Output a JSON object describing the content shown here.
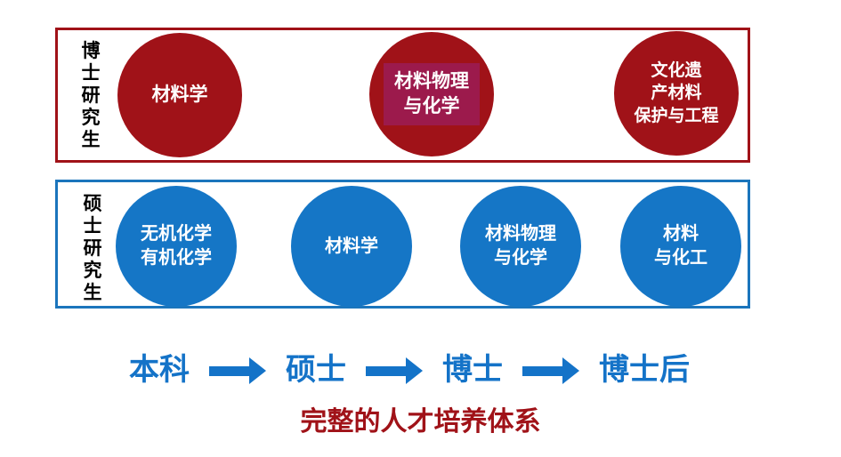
{
  "colors": {
    "dark_red": "#A01218",
    "crimson_plate": "#9C1A4C",
    "blue_circle": "#1576C6",
    "blue_border": "#1B75BC",
    "blue_text": "#1473C8",
    "label_black": "#000000"
  },
  "doctoral": {
    "row_label": "博士研究生",
    "circles": [
      {
        "label": "材料学"
      },
      {
        "label": "材料物理\n与化学"
      },
      {
        "label": "文化遗\n产材料\n保护与工程"
      }
    ]
  },
  "master": {
    "row_label": "硕士研究生",
    "circles": [
      {
        "label": "无机化学\n有机化学"
      },
      {
        "label": "材料学"
      },
      {
        "label": "材料物理\n与化学"
      },
      {
        "label": "材料\n与化工"
      }
    ]
  },
  "pathway": {
    "stages": [
      "本科",
      "硕士",
      "博士",
      "博士后"
    ]
  },
  "footer": {
    "title": "完整的人才培养体系"
  }
}
